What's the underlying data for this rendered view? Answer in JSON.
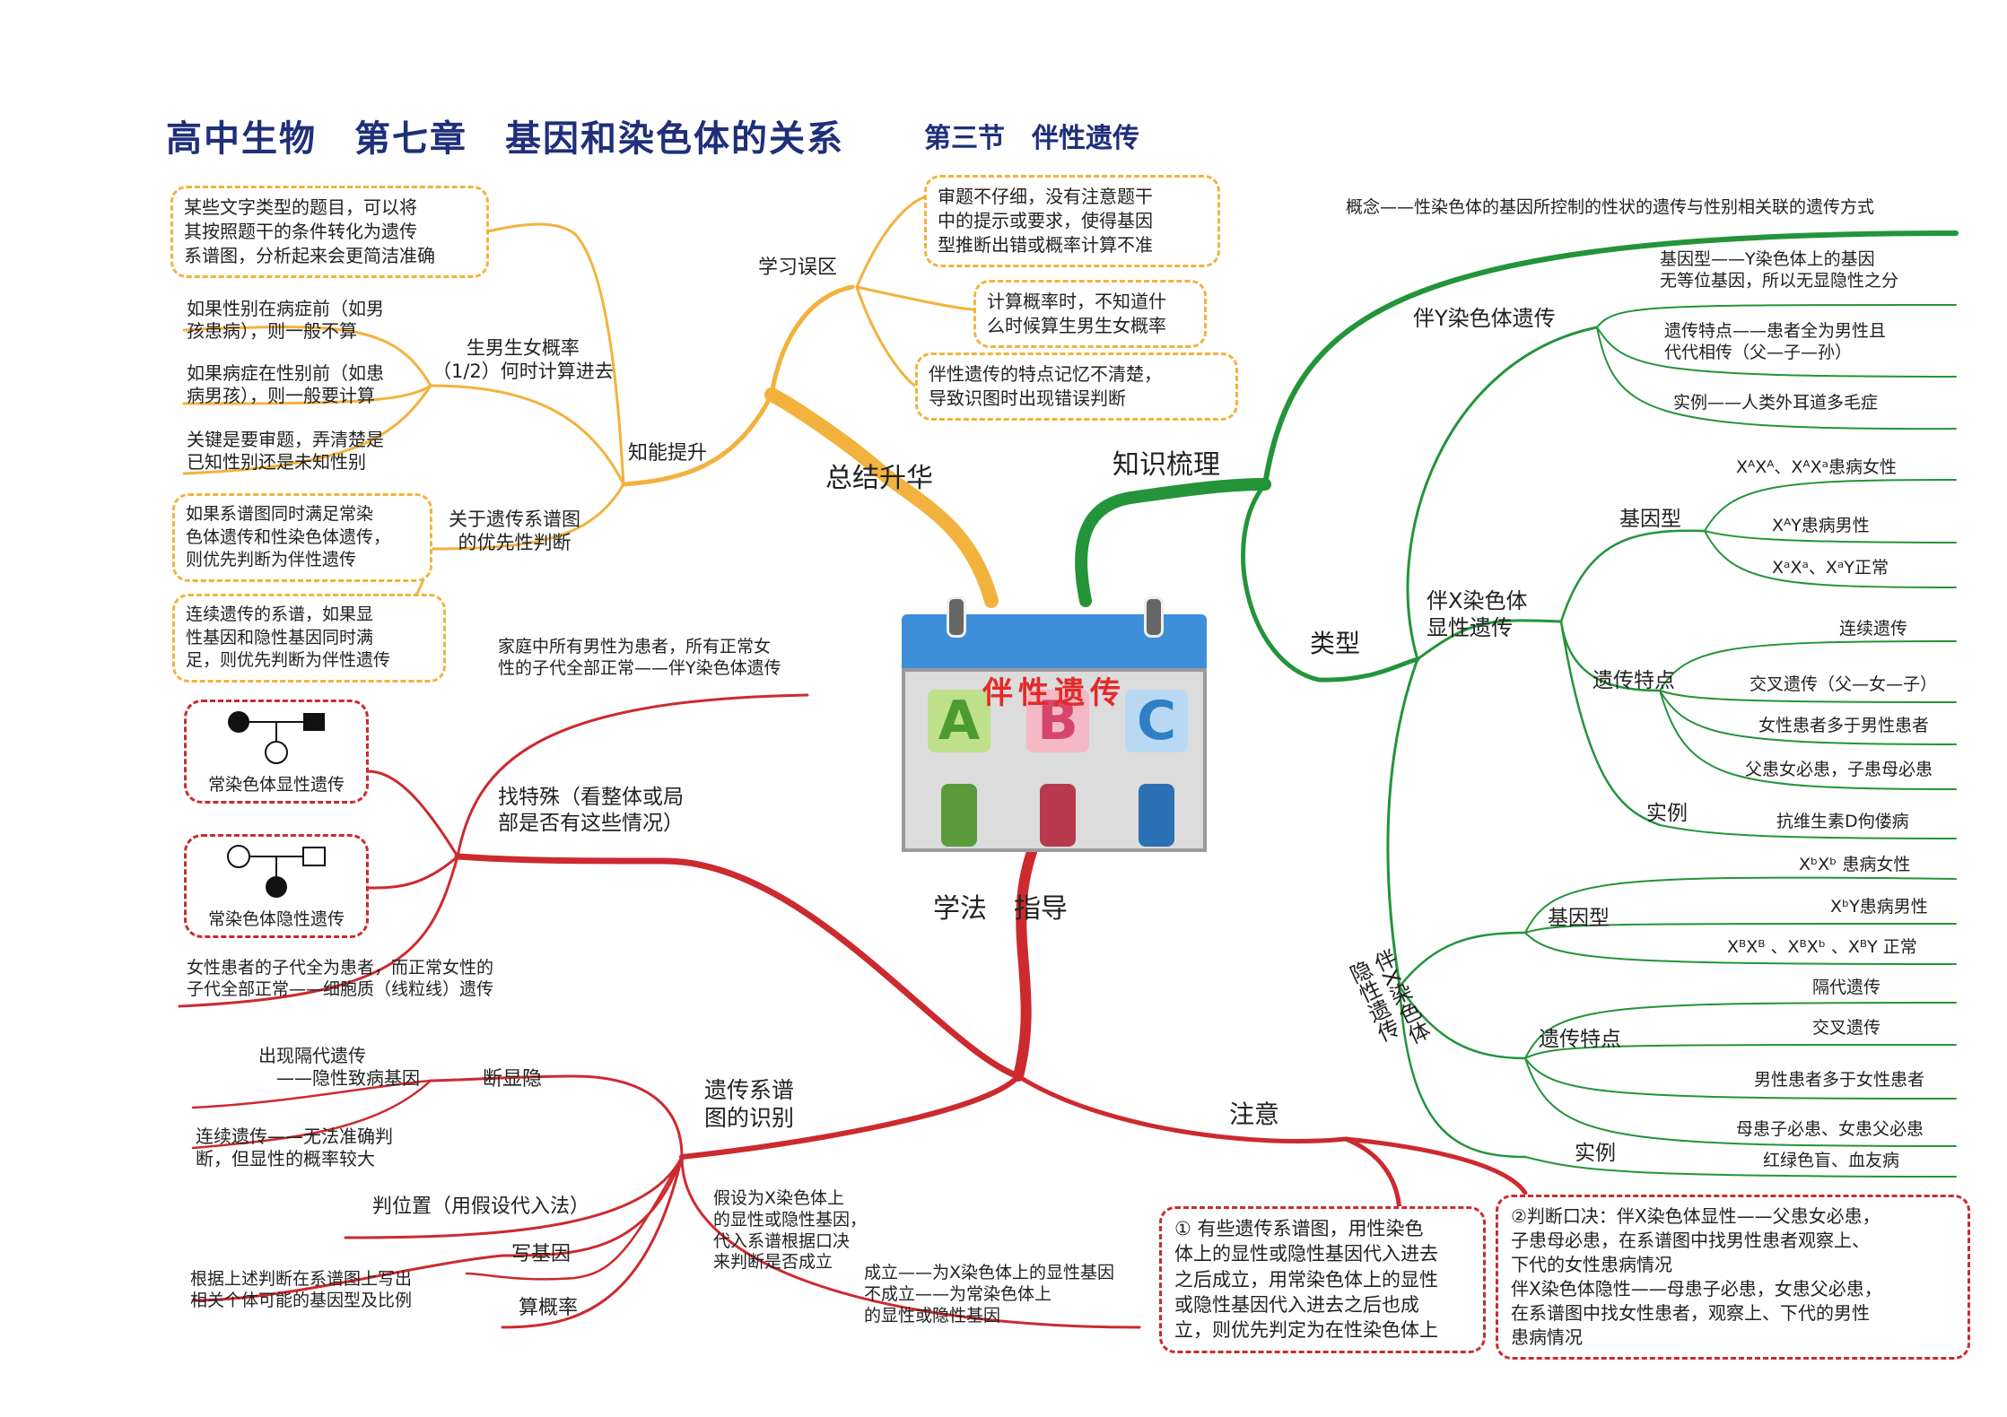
{
  "title": {
    "main": "高中生物　第七章　基因和染色体的关系",
    "section": "第三节　伴性遗传"
  },
  "center": {
    "title": "伴性遗传",
    "letters": [
      "A",
      "B",
      "C"
    ]
  },
  "colors": {
    "yellow": "#f3b23e",
    "green": "#23943a",
    "red": "#cc2a2f",
    "title": "#1f2f7a"
  },
  "summary": {
    "label": "总结升华",
    "misconceptions": {
      "label": "学习误区",
      "items": [
        "审题不仔细，没有注意题干\n中的提示或要求，使得基因\n型推断出错或概率计算不准",
        "计算概率时，不知道什\n么时候算生男生女概率",
        "伴性遗传的特点记忆不清楚，\n导致识图时出现错误判断"
      ]
    },
    "skills": {
      "label": "知能提升",
      "top_box": "某些文字类型的题目，可以将\n其按照题干的条件转化为遗传\n系谱图，分析起来会更简洁准确",
      "prob": {
        "label": "生男生女概率\n（1/2）何时计算进去",
        "items": [
          "如果性别在病症前（如男\n孩患病），则一般不算",
          "如果病症在性别前（如患\n病男孩），则一般要计算",
          "关键是要审题，弄清楚是\n已知性别还是未知性别"
        ]
      },
      "priority": {
        "label": "关于遗传系谱图\n的优先性判断",
        "items": [
          "如果系谱图同时满足常染\n色体遗传和性染色体遗传，\n则优先判断为伴性遗传",
          "连续遗传的系谱，如果显\n性基因和隐性基因同时满\n足，则优先判断为伴性遗传"
        ]
      }
    }
  },
  "knowledge": {
    "label": "知识梳理",
    "concept": "概念——性染色体的基因所控制的性状的遗传与性别相关联的遗传方式",
    "types_label": "类型",
    "y": {
      "label": "伴Y染色体遗传",
      "items": [
        "基因型——Y染色体上的基因\n无等位基因，所以无显隐性之分",
        "遗传特点——患者全为男性且\n代代相传（父—子—孙）",
        "实例——人类外耳道多毛症"
      ]
    },
    "xd": {
      "label": "伴X染色体\n显性遗传",
      "genotype": {
        "label": "基因型",
        "items": [
          "XᴬXᴬ、XᴬXᵃ患病女性",
          "XᴬY患病男性",
          "XᵃXᵃ、XᵃY正常"
        ]
      },
      "traits": {
        "label": "遗传特点",
        "items": [
          "连续遗传",
          "交叉遗传（父—女—子）",
          "女性患者多于男性患者",
          "父患女必患，子患母必患"
        ]
      },
      "example": {
        "label": "实例",
        "item": "抗维生素D佝偻病"
      }
    },
    "xr": {
      "label": "伴X染色体\n隐性遗传",
      "genotype": {
        "label": "基因型",
        "items": [
          "XᵇXᵇ 患病女性",
          "XᵇY患病男性",
          "XᴮXᴮ 、XᴮXᵇ 、XᴮY 正常"
        ]
      },
      "traits": {
        "label": "遗传特点",
        "items": [
          "隔代遗传",
          "交叉遗传",
          "男性患者多于女性患者",
          "母患子必患、女患父必患"
        ]
      },
      "example": {
        "label": "实例",
        "item": "红绿色盲、血友病"
      }
    }
  },
  "method": {
    "label": "学法　指导",
    "special": {
      "label": "找特殊（看整体或局\n部是否有这些情况）",
      "items": [
        "家庭中所有男性为患者，所有正常女\n性的子代全部正常——伴Y染色体遗传",
        "女性患者的子代全为患者，而正常女性的\n子代全部正常——细胞质（线粒线）遗传"
      ],
      "ped1": "常染色体显性遗传",
      "ped2": "常染色体隐性遗传"
    },
    "pedigree": {
      "label": "遗传系谱\n图的识别",
      "dom_rec": {
        "label": "断显隐",
        "items": [
          "出现隔代遗传\n　——隐性致病基因",
          "连续遗传——无法准确判\n断，但显性的概率较大"
        ]
      },
      "position": "判位置（用假设代入法）",
      "assume": "假设为X染色体上\n的显性或隐性基因，\n代入系谱根据口决\n来判断是否成立",
      "result": "成立——为X染色体上的显性基因\n不成立——为常染色体上\n的显性或隐性基因",
      "genes": {
        "label": "写基因",
        "item": "根据上述判断在系谱图上写出\n相关个体可能的基因型及比例"
      },
      "prob": "算概率"
    },
    "note": {
      "label": "注意",
      "box1": "① 有些遗传系谱图，用性染色\n体上的显性或隐性基因代入进去\n之后成立，用常染色体上的显性\n或隐性基因代入进去之后也成\n立，则优先判定为在性染色体上",
      "box2": "②判断口决：伴X染色体显性——父患女必患，\n子患母必患，在系谱图中找男性患者观察上、\n下代的女性患病情况\n伴X染色体隐性——母患子必患，女患父必患，\n在系谱图中找女性患者，观察上、下代的男性\n患病情况"
    }
  }
}
